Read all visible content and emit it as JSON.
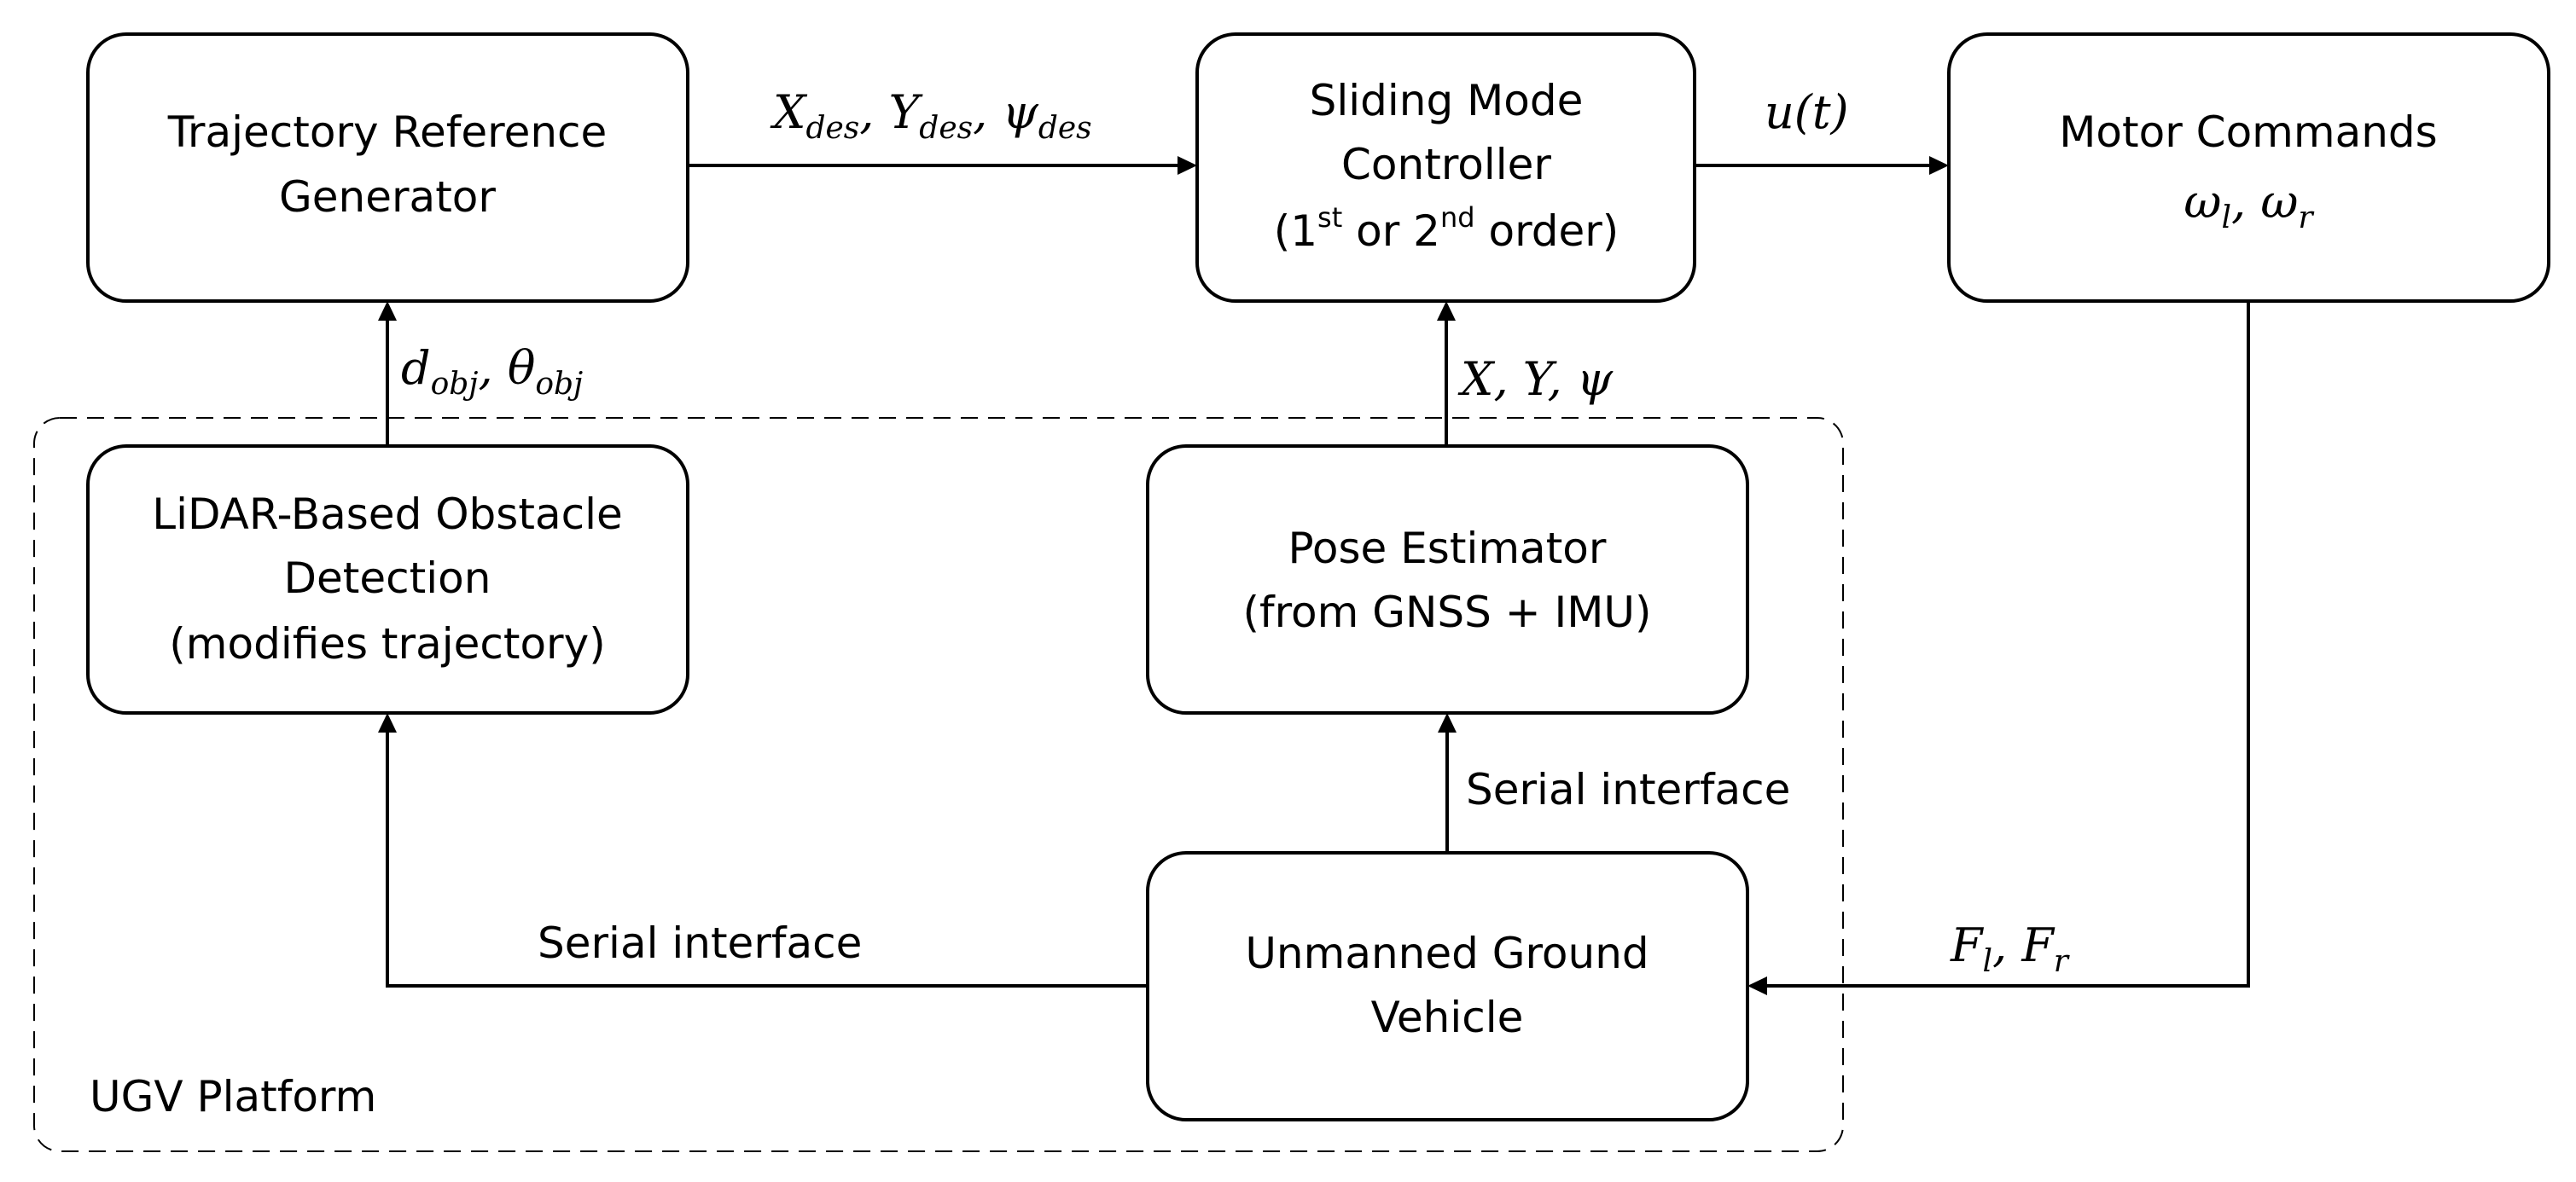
{
  "platform": {
    "label": "UGV Platform"
  },
  "blocks": {
    "trajectory": {
      "line1": "Trajectory Reference",
      "line2": "Generator"
    },
    "smc": {
      "line1": "Sliding Mode",
      "line2": "Controller",
      "line3_a": "(1",
      "line3_sup1": "st",
      "line3_b": " or 2",
      "line3_sup2": "nd",
      "line3_c": " order)"
    },
    "motor": {
      "line1": "Motor Commands",
      "math": {
        "a": "ω",
        "a_sub": "l",
        "sep": ", ",
        "b": "ω",
        "b_sub": "r"
      }
    },
    "lidar": {
      "line1": "LiDAR-Based Obstacle",
      "line2": "Detection",
      "line3": "(modifies trajectory)"
    },
    "pose": {
      "line1": "Pose Estimator",
      "line2": "(from GNSS + IMU)"
    },
    "ugv": {
      "line1": "Unmanned Ground",
      "line2": "Vehicle"
    }
  },
  "signals": {
    "desired": {
      "x": "X",
      "x_sub": "des",
      "sep1": ", ",
      "y": "Y",
      "y_sub": "des",
      "sep2": ", ",
      "psi": "ψ",
      "psi_sub": "des"
    },
    "control": {
      "text": "u(t)"
    },
    "obstacle": {
      "d": "d",
      "d_sub": "obj",
      "sep": ", ",
      "theta": "θ",
      "theta_sub": "obj"
    },
    "pose": {
      "text": "X, Y, ψ"
    },
    "forces": {
      "f1": "F",
      "f1_sub": "l",
      "sep": ", ",
      "f2": "F",
      "f2_sub": "r"
    },
    "serial_left": {
      "text": "Serial interface"
    },
    "serial_right": {
      "text": "Serial interface"
    }
  }
}
